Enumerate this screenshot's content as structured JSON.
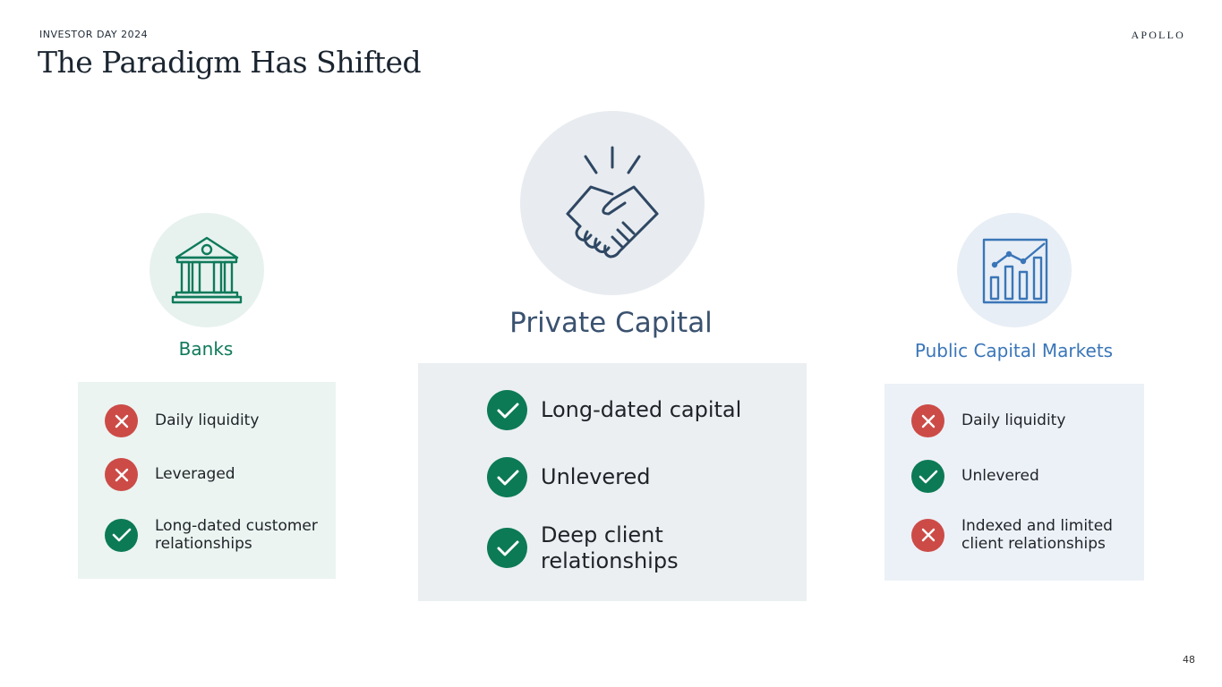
{
  "header": {
    "eyebrow": "INVESTOR DAY 2024",
    "title": "The Paradigm Has Shifted",
    "logo": "APOLLO"
  },
  "page_number": "48",
  "columns": {
    "banks": {
      "title": "Banks",
      "icon": "bank-building-icon",
      "items": [
        {
          "status": "cross",
          "text": "Daily liquidity"
        },
        {
          "status": "cross",
          "text": "Leveraged"
        },
        {
          "status": "check",
          "text": "Long-dated customer relationships"
        }
      ]
    },
    "private": {
      "title": "Private Capital",
      "icon": "handshake-icon",
      "items": [
        {
          "status": "check",
          "text": "Long-dated capital"
        },
        {
          "status": "check",
          "text": "Unlevered"
        },
        {
          "status": "check",
          "text": "Deep client relationships"
        }
      ]
    },
    "public": {
      "title": "Public Capital Markets",
      "icon": "bar-line-chart-icon",
      "items": [
        {
          "status": "cross",
          "text": "Daily liquidity"
        },
        {
          "status": "check",
          "text": "Unlevered"
        },
        {
          "status": "cross",
          "text": "Indexed and limited client relationships"
        }
      ]
    }
  },
  "colors": {
    "green": "#0c7a55",
    "red": "#cc4b47",
    "banks_title": "#0f7a5a",
    "private_title": "#3a5270",
    "public_title": "#3a76b8"
  }
}
